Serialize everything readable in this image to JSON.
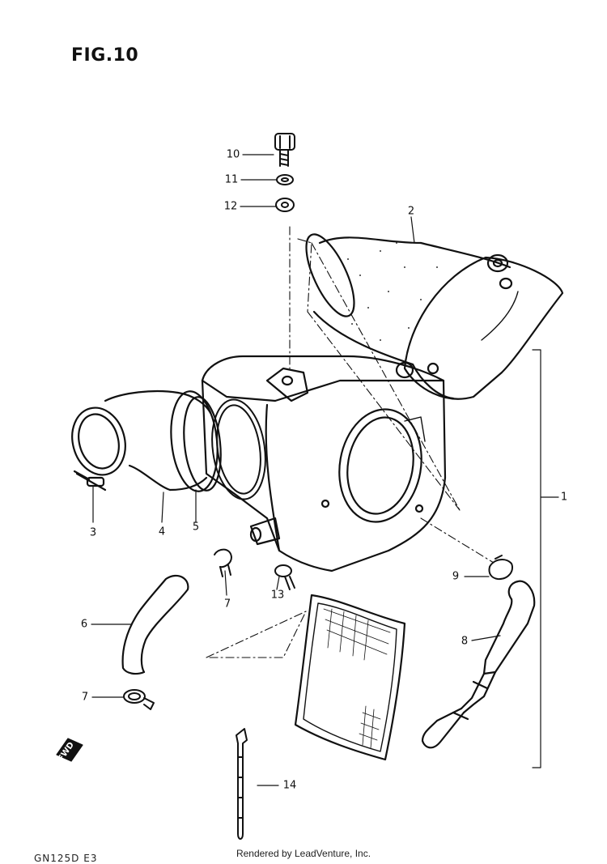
{
  "figure": {
    "title": "FIG.10"
  },
  "callouts": [
    {
      "id": "10",
      "label": "10"
    },
    {
      "id": "11",
      "label": "11"
    },
    {
      "id": "12",
      "label": "12"
    },
    {
      "id": "2",
      "label": "2"
    },
    {
      "id": "1",
      "label": "1"
    },
    {
      "id": "3",
      "label": "3"
    },
    {
      "id": "4",
      "label": "4"
    },
    {
      "id": "5",
      "label": "5"
    },
    {
      "id": "7a",
      "label": "7"
    },
    {
      "id": "13",
      "label": "13"
    },
    {
      "id": "9",
      "label": "9"
    },
    {
      "id": "6",
      "label": "6"
    },
    {
      "id": "8",
      "label": "8"
    },
    {
      "id": "7b",
      "label": "7"
    },
    {
      "id": "14",
      "label": "14"
    }
  ],
  "direction_marker": {
    "label": "FWD"
  },
  "footer": {
    "credit": "Rendered by LeadVenture, Inc.",
    "code": "GN125D E3"
  },
  "colors": {
    "ink": "#111111",
    "paper": "#ffffff"
  }
}
